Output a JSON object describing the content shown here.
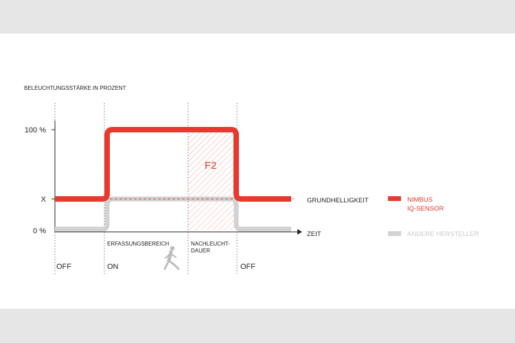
{
  "diagram": {
    "title": "BELEUCHTUNGSSTÄRKE IN PROZENT",
    "y_ticks": {
      "top": "100 %",
      "mid": "X",
      "bottom": "0 %"
    },
    "x_axis_label": "ZEIT",
    "baseline_label": "GRUNDHELLIGKEIT",
    "zones": {
      "detection": "ERFASSUNGSBEREICH",
      "afterrun_line1": "NACHLEUCHT-",
      "afterrun_line2": "DAUER"
    },
    "area_label": "F2",
    "states": [
      "OFF",
      "ON",
      "OFF"
    ]
  },
  "legend": {
    "nimbus_line1": "NIMBUS",
    "nimbus_line2": "IQ-SENSOR",
    "others": "ANDERE HERSTELLER"
  },
  "colors": {
    "red": "#e63a2e",
    "grey": "#cfcfcf",
    "text": "#222222",
    "background_band": "#e6e6e6"
  },
  "icons": {
    "walker": "walking-person-icon"
  }
}
